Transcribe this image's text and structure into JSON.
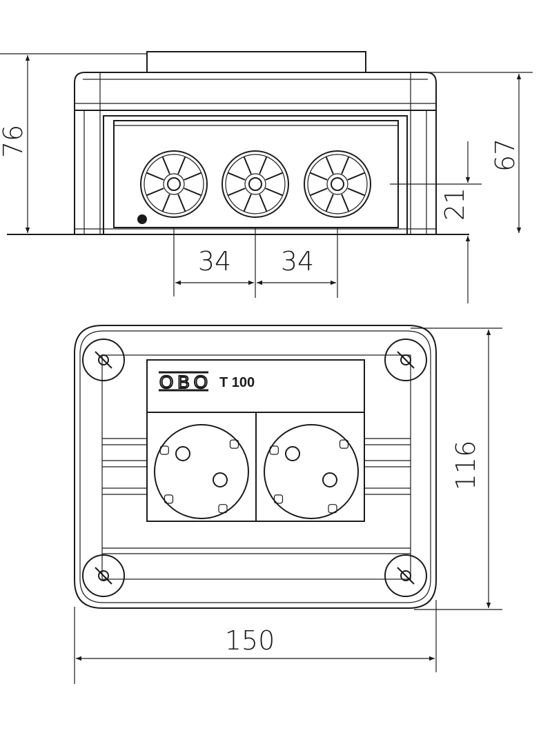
{
  "drawing": {
    "front_view": {
      "dimensions": {
        "height_total": "76",
        "height_body": "67",
        "gland_height": "21",
        "gland_pitch_1": "34",
        "gland_pitch_2": "34"
      },
      "gland_count": 3
    },
    "top_view": {
      "logo": "OBO",
      "product_label": "T 100",
      "socket_count": 2,
      "dimensions": {
        "depth": "116",
        "width": "150"
      }
    }
  }
}
